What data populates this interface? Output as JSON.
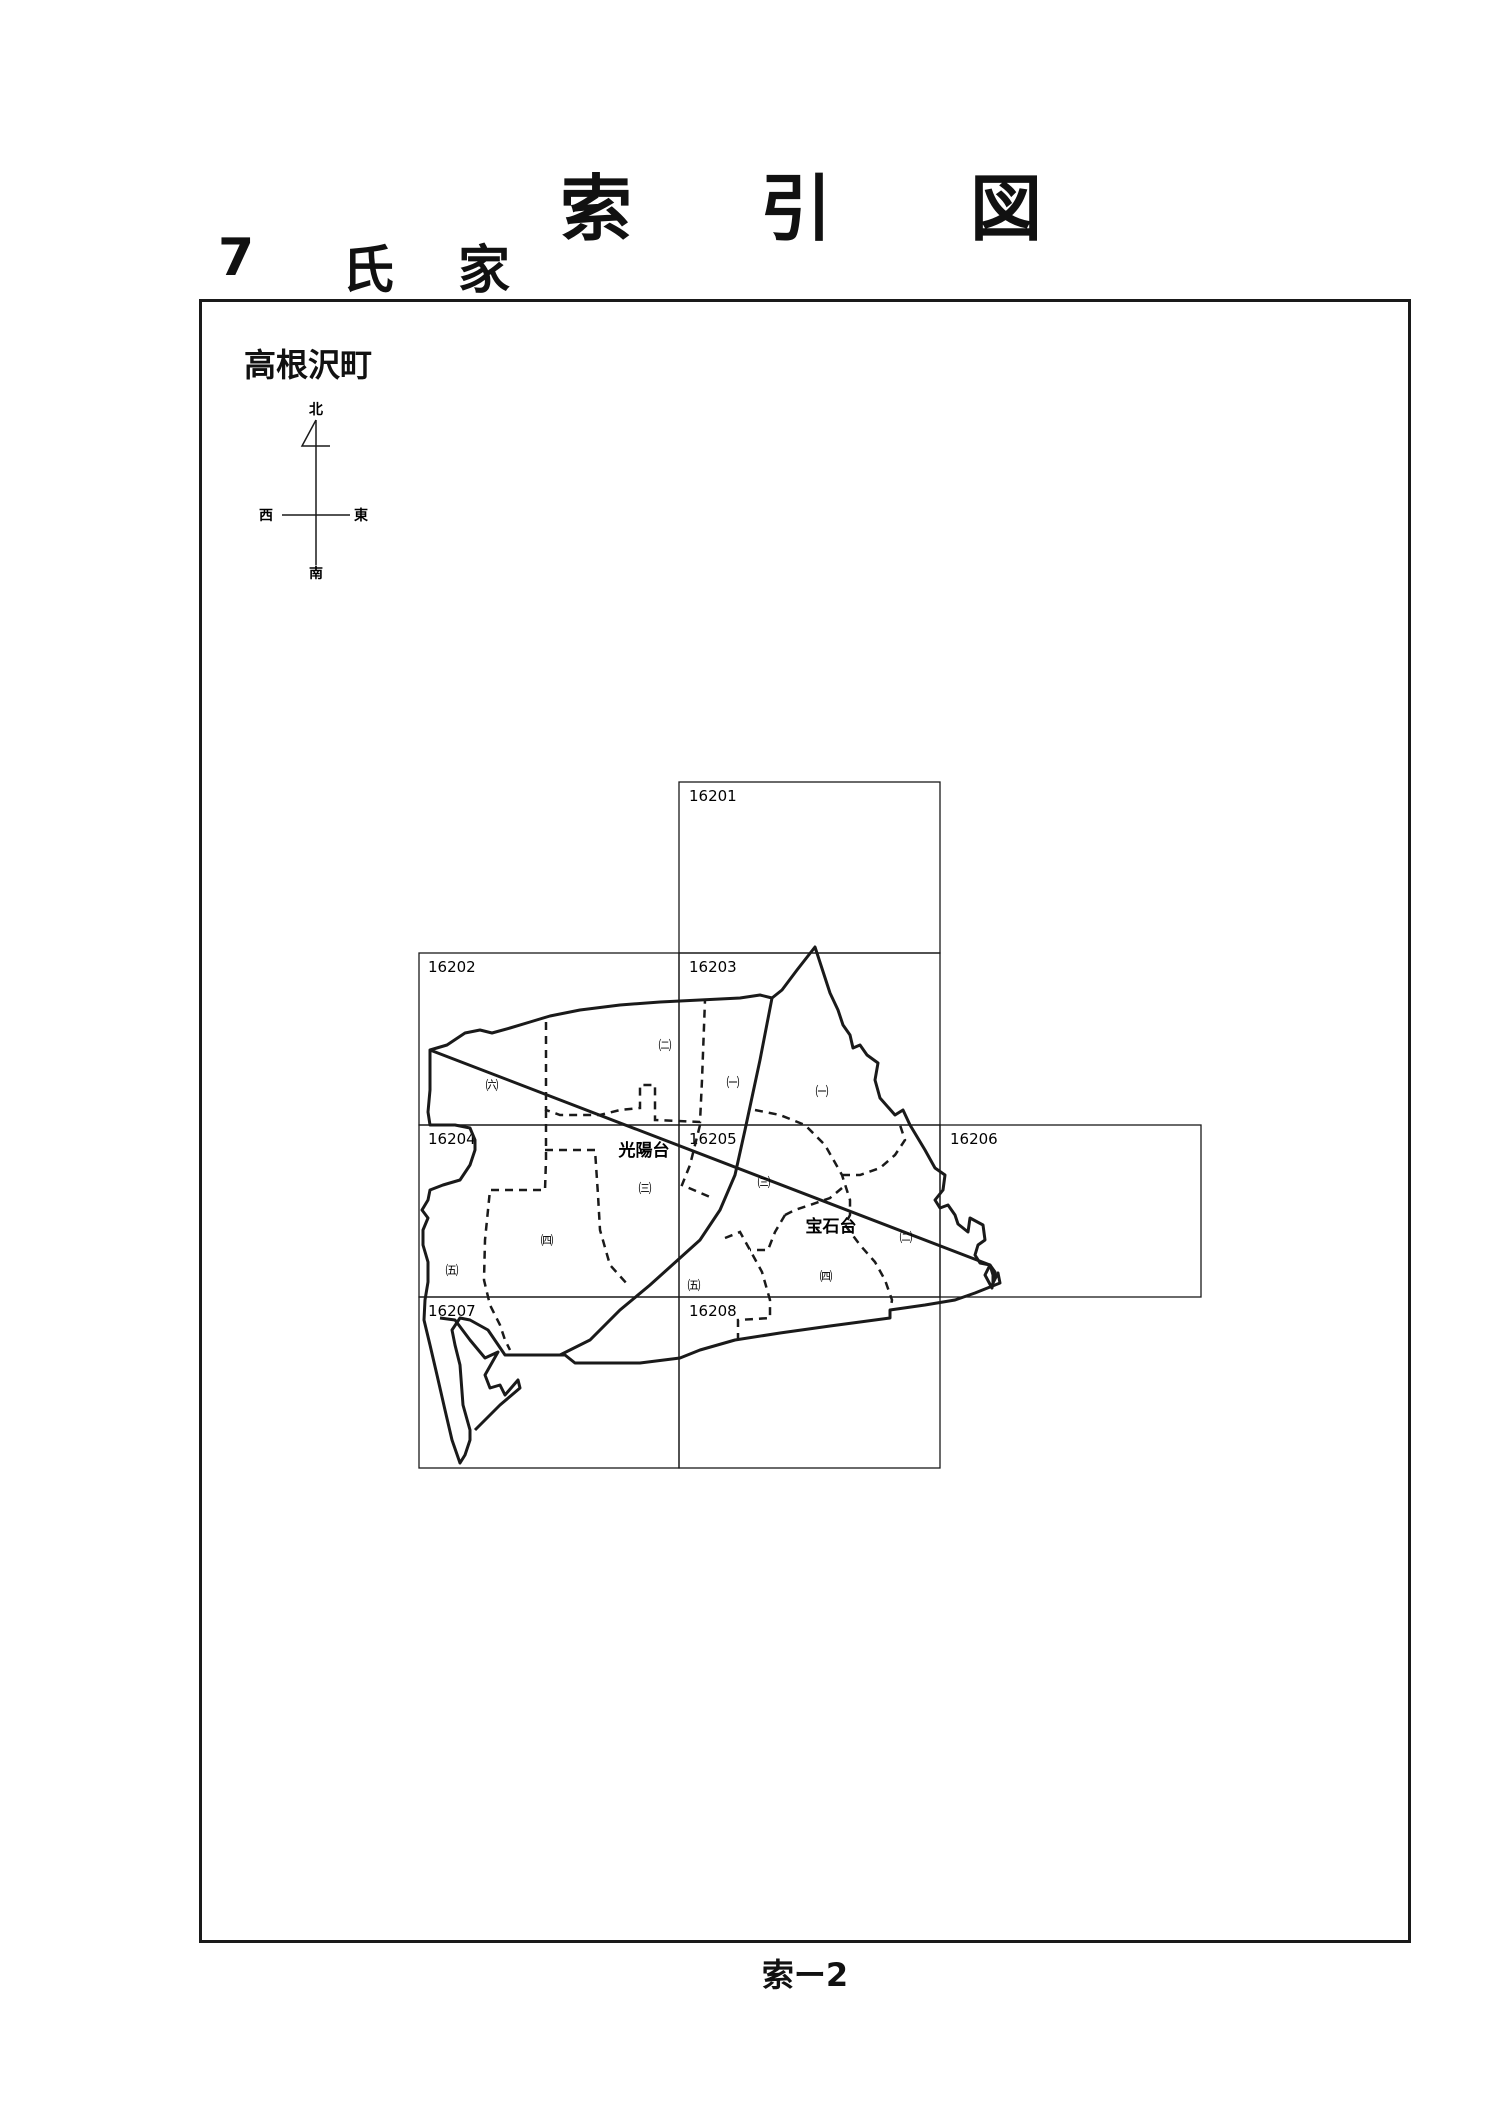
{
  "header": {
    "title_chars": [
      "索",
      "引",
      "図"
    ],
    "section_number": "7",
    "section_chars": [
      "氏",
      "家"
    ]
  },
  "town_name": "高根沢町",
  "compass": {
    "north": "北",
    "south": "南",
    "east": "東",
    "west": "西"
  },
  "map": {
    "sheets": [
      {
        "id": "16201"
      },
      {
        "id": "16202"
      },
      {
        "id": "16203"
      },
      {
        "id": "16204"
      },
      {
        "id": "16205"
      },
      {
        "id": "16206"
      },
      {
        "id": "16207"
      },
      {
        "id": "16208"
      }
    ],
    "area_names": [
      "光陽台",
      "宝石台"
    ],
    "sub_areas": [
      "㈡",
      "㈥",
      "㈠",
      "㈠",
      "㈢",
      "㈣",
      "㈤",
      "㈢",
      "㈤",
      "㈣",
      "㈡"
    ]
  },
  "colors": {
    "line": "#1a1a1a",
    "background": "#ffffff"
  },
  "page_number": "索ー2"
}
